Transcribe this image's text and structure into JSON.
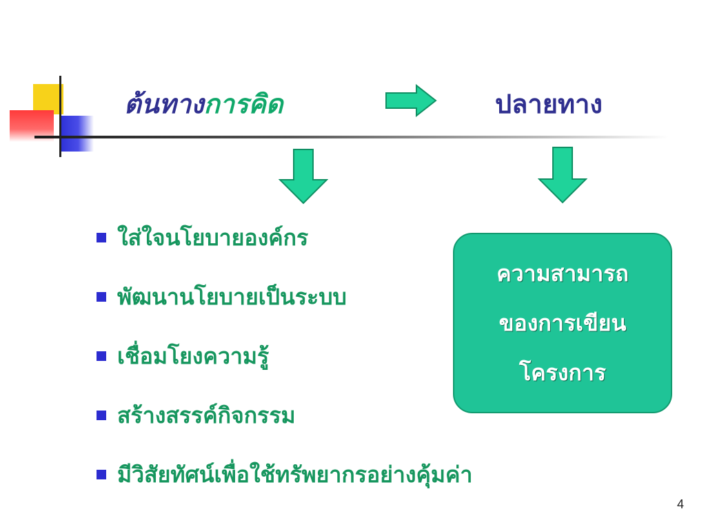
{
  "slide": {
    "title_left_part1": "ต้นทาง",
    "title_left_part2": "การคิด",
    "title_right": "ปลายทาง",
    "bullets": [
      "ใส่ใจนโยบายองค์กร",
      "พัฒนานโยบายเป็นระบบ",
      "เชื่อมโยงความรู้",
      "สร้างสรรค์กิจกรรม",
      "มีวิสัยทัศน์เพื่อใช้ทรัพยากรอย่างคุ้มค่า"
    ],
    "goal_box": {
      "lines": [
        "ความสามารถ",
        "ของการเขียน",
        "โครงการ"
      ]
    },
    "page_number": "4"
  },
  "icons": {
    "arrow_right": "arrow-right-icon",
    "arrow_down": "arrow-down-icon",
    "bullet": "square-bullet-icon"
  },
  "colors": {
    "title": "#2f2f8f",
    "accent_green": "#10a86a",
    "bullet_text": "#16965e",
    "bullet_marker": "#2c2cd0",
    "goal_box_fill": "#1fc497",
    "arrow_fill": "#1fd39a"
  }
}
